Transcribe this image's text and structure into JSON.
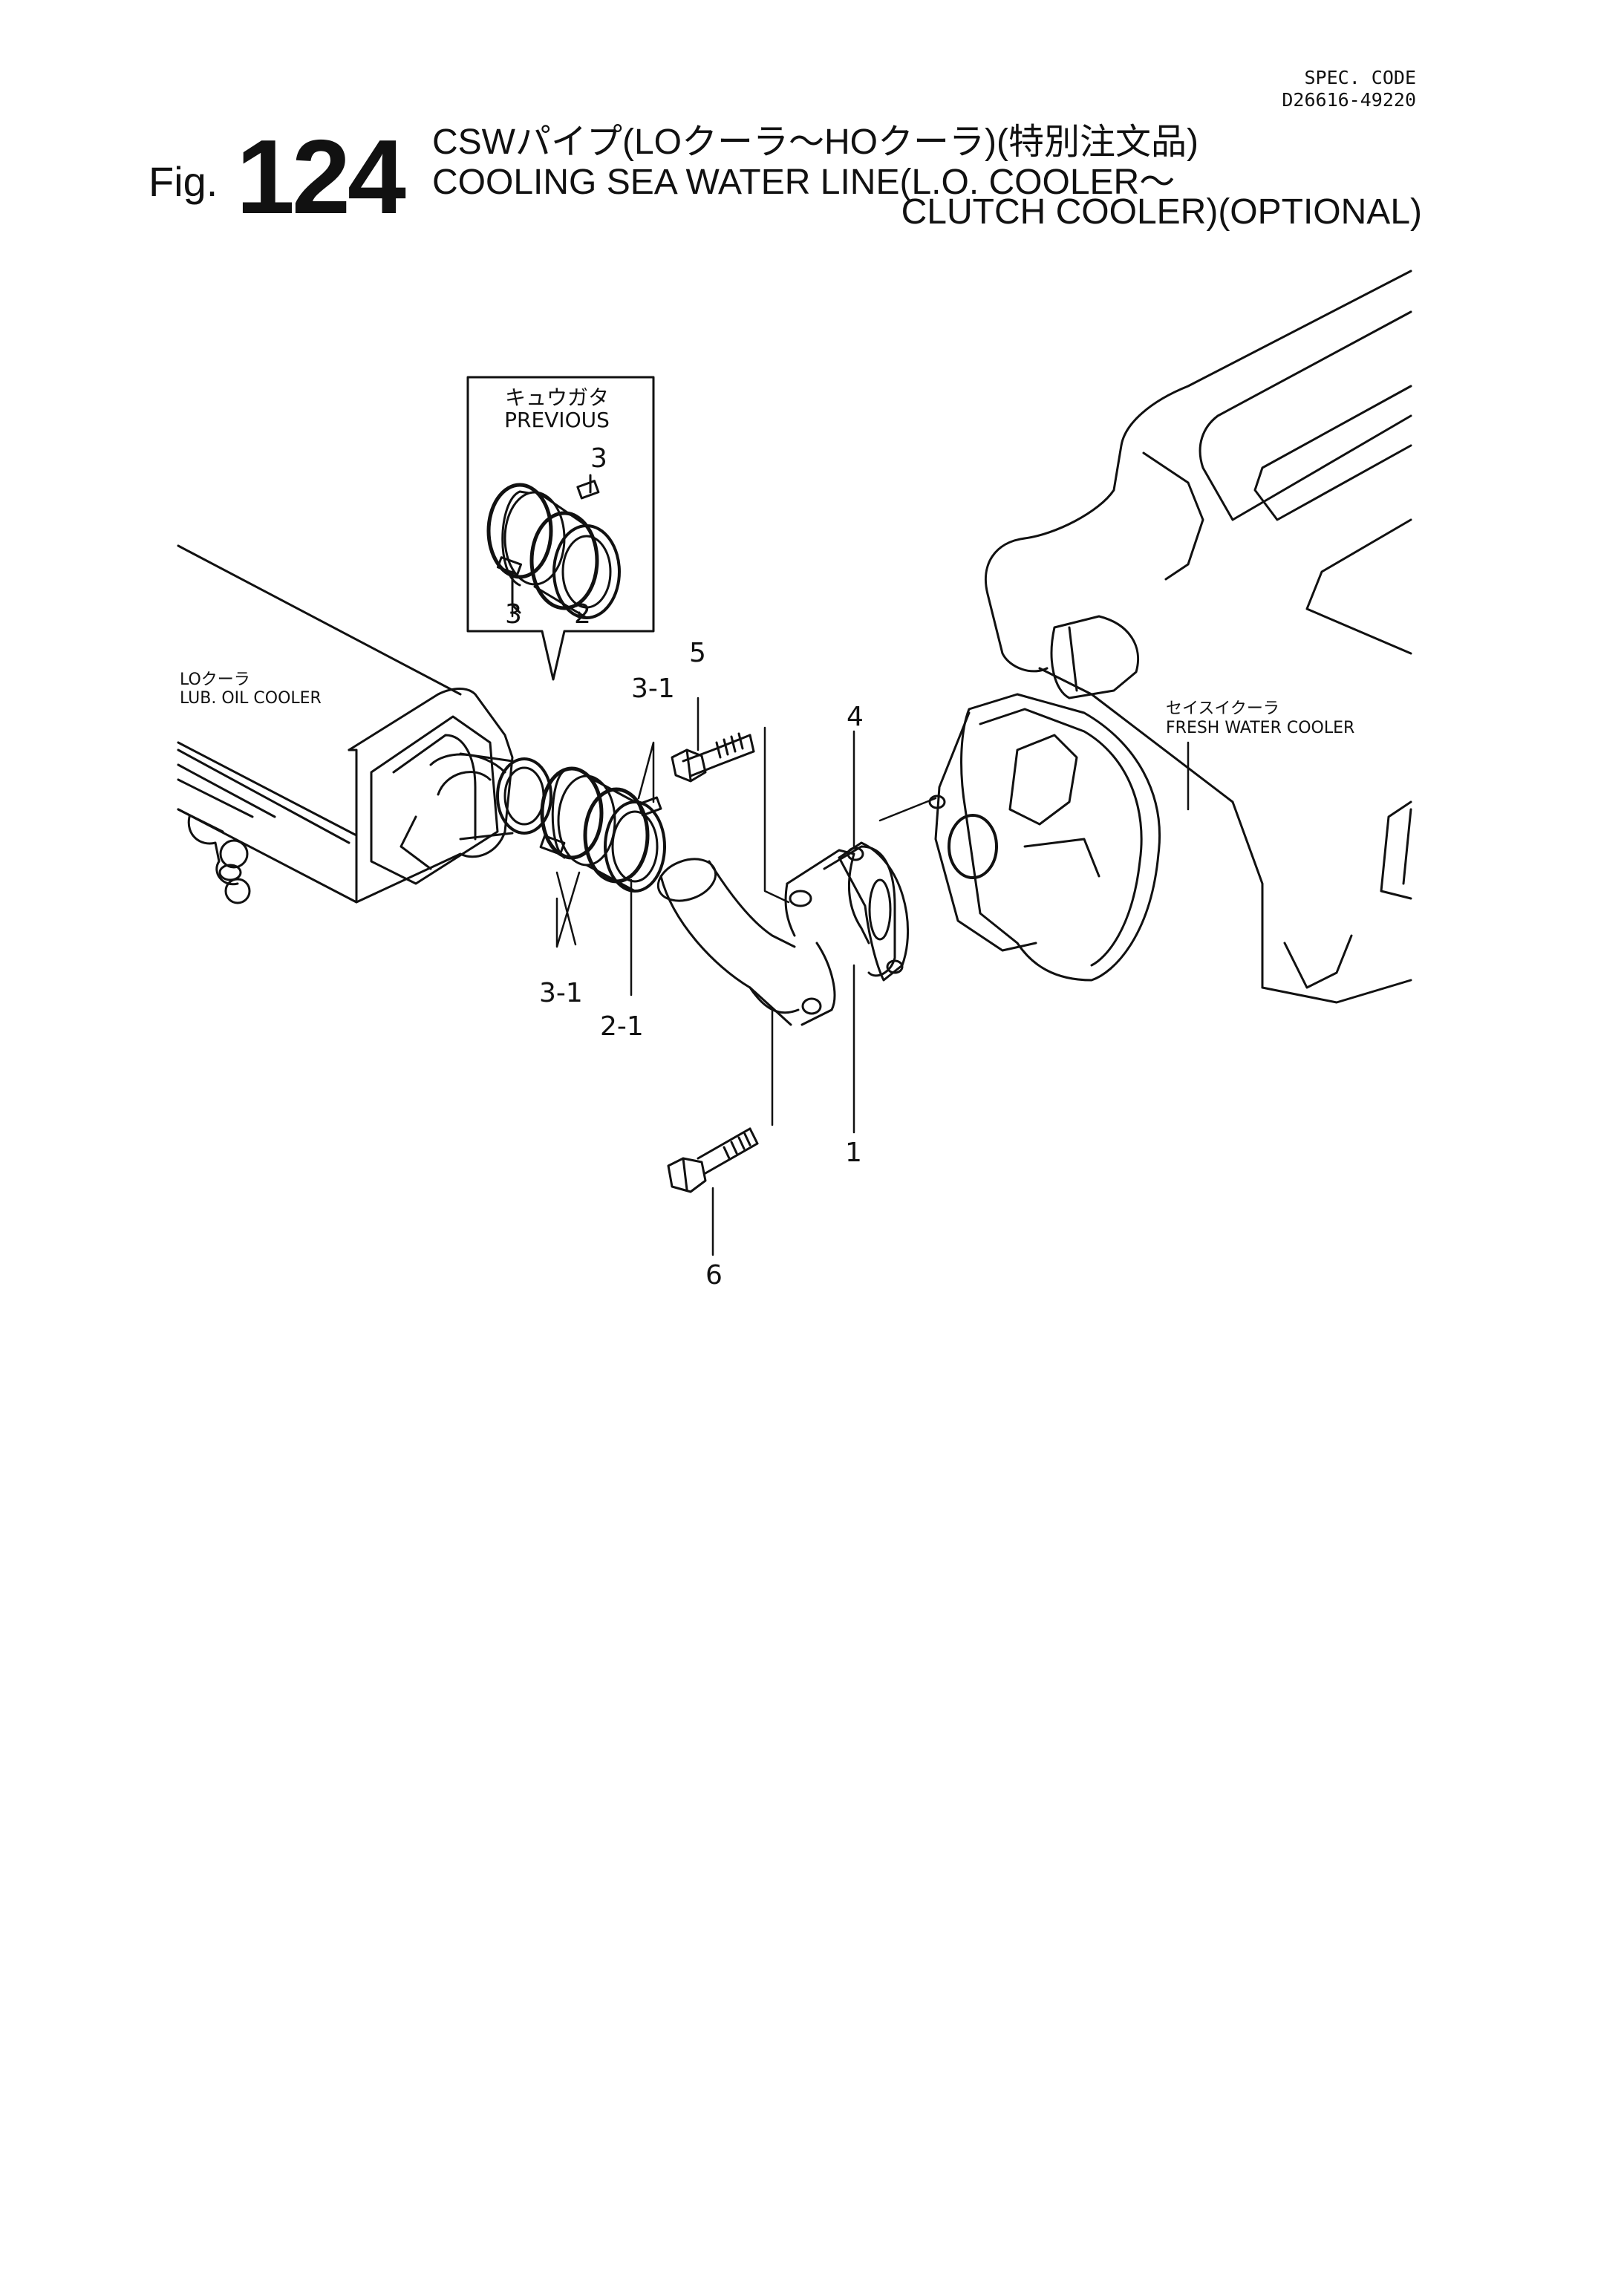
{
  "header": {
    "spec_code_label": "SPEC. CODE",
    "spec_code_value": "D26616-49220",
    "fig_label": "Fig.",
    "fig_number": "124",
    "title_jp": "CSWパイプ(LOクーラ〜HOクーラ)(特別注文品)",
    "title_en_line1": "COOLING SEA WATER LINE(L.O. COOLER〜",
    "title_en_line2": "CLUTCH COOLER)(OPTIONAL)"
  },
  "inset": {
    "label_jp": "キュウガタ",
    "label_en": "PREVIOUS",
    "callouts": [
      "3",
      "3",
      "2"
    ]
  },
  "components": {
    "lo_cooler_jp": "LOクーラ",
    "lo_cooler_en": "LUB. OIL COOLER",
    "fw_cooler_jp": "セイスイクーラ",
    "fw_cooler_en": "FRESH WATER COOLER"
  },
  "callouts": {
    "c5": "5",
    "c4": "4",
    "c3_1_top": "3-1",
    "c3_1_bottom": "3-1",
    "c2_1": "2-1",
    "c1": "1",
    "c6": "6"
  },
  "colors": {
    "ink": "#111111",
    "paper": "#ffffff"
  }
}
